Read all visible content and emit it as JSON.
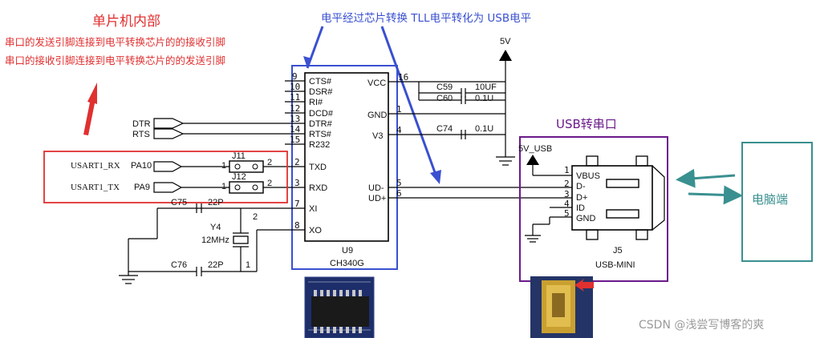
{
  "annotations": {
    "mcu_title": "单片机内部",
    "mcu_line1": "串口的发送引脚连接到电平转换芯片的的接收引脚",
    "mcu_line2": "串口的接收引脚连接到电平转换芯片的的发送引脚",
    "chip_note": "电平经过芯片转换 TLL电平转化为 USB电平",
    "usb_title": "USB转串口",
    "pc_label": "电脑端",
    "watermark": "CSDN @浅尝写博客的爽"
  },
  "colors": {
    "red": "#e03030",
    "blue": "#3a50d0",
    "purple": "#6a1a8a",
    "teal": "#3a9090"
  },
  "power": {
    "vcc_label": "5V",
    "usb_vbus_label": "5V_USB"
  },
  "u9": {
    "ref": "U9",
    "part": "CH340G",
    "left_pins": [
      {
        "num": "9",
        "name": "CTS#"
      },
      {
        "num": "10",
        "name": "DSR#"
      },
      {
        "num": "11",
        "name": "RI#"
      },
      {
        "num": "12",
        "name": "DCD#"
      },
      {
        "num": "13",
        "name": "DTR#"
      },
      {
        "num": "14",
        "name": "RTS#"
      },
      {
        "num": "15",
        "name": "R232"
      },
      {
        "num": "2",
        "name": "TXD"
      },
      {
        "num": "3",
        "name": "RXD"
      },
      {
        "num": "7",
        "name": "XI"
      },
      {
        "num": "8",
        "name": "XO"
      }
    ],
    "right_pins": [
      {
        "num": "16",
        "name": "VCC"
      },
      {
        "num": "1",
        "name": "GND"
      },
      {
        "num": "4",
        "name": "V3"
      },
      {
        "num": "5",
        "name": "UD-"
      },
      {
        "num": "6",
        "name": "UD+"
      }
    ]
  },
  "signals": {
    "dtr": "DTR",
    "rts": "RTS"
  },
  "mcu_pins": [
    {
      "label": "USART1_RX",
      "pin": "PA10"
    },
    {
      "label": "USART1_TX",
      "pin": "PA9"
    }
  ],
  "jumpers": [
    {
      "ref": "J11",
      "p1": "1",
      "p2": "2"
    },
    {
      "ref": "J12",
      "p1": "1",
      "p2": "2"
    }
  ],
  "caps": [
    {
      "ref": "C59",
      "value": "10UF"
    },
    {
      "ref": "C60",
      "value": "0.1U"
    },
    {
      "ref": "C74",
      "value": "0.1U"
    },
    {
      "ref": "C75",
      "value": "22P"
    },
    {
      "ref": "C76",
      "value": "22P"
    }
  ],
  "crystal": {
    "ref": "Y4",
    "freq": "12MHz",
    "p1": "1",
    "p2": "2"
  },
  "j5": {
    "ref": "J5",
    "part": "USB-MINI",
    "pins": [
      {
        "num": "1",
        "name": "VBUS"
      },
      {
        "num": "2",
        "name": "D-"
      },
      {
        "num": "3",
        "name": "D+"
      },
      {
        "num": "4",
        "name": "ID"
      },
      {
        "num": "5",
        "name": "GND"
      }
    ]
  }
}
